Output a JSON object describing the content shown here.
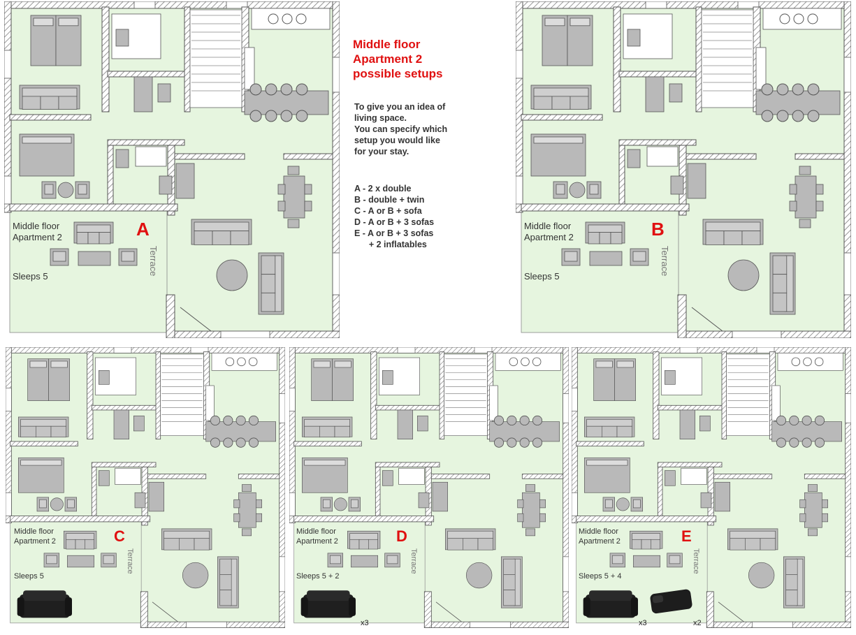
{
  "heading": {
    "title": "Middle floor\nApartment 2\npossible setups",
    "intro": "To give you an idea of\nliving space.\nYou can specify which\nsetup you would like\nfor your stay.",
    "options": [
      "A - 2 x double",
      "B - double + twin",
      "C - A or B + sofa",
      "D - A or B + 3 sofas",
      "E - A or B + 3 sofas",
      "      + 2 inflatables"
    ]
  },
  "plans": [
    {
      "id": "A",
      "letter": "A",
      "floor_line1": "Middle floor",
      "floor_line2": "Apartment 2",
      "sleeps": "Sleeps 5",
      "terrace": "Terrace",
      "extra": "none",
      "sofa_mult": "",
      "bed_mult": ""
    },
    {
      "id": "B",
      "letter": "B",
      "floor_line1": "Middle floor",
      "floor_line2": "Apartment 2",
      "sleeps": "Sleeps 5",
      "terrace": "Terrace",
      "extra": "none",
      "sofa_mult": "",
      "bed_mult": ""
    },
    {
      "id": "C",
      "letter": "C",
      "floor_line1": "Middle floor",
      "floor_line2": "Apartment 2",
      "sleeps": "Sleeps 5",
      "terrace": "Terrace",
      "extra": "sofa",
      "sofa_mult": "",
      "bed_mult": ""
    },
    {
      "id": "D",
      "letter": "D",
      "floor_line1": "Middle floor",
      "floor_line2": "Apartment 2",
      "sleeps": "Sleeps 5 + 2",
      "terrace": "Terrace",
      "extra": "sofa",
      "sofa_mult": "x3",
      "bed_mult": ""
    },
    {
      "id": "E",
      "letter": "E",
      "floor_line1": "Middle floor",
      "floor_line2": "Apartment 2",
      "sleeps": "Sleeps 5 + 4",
      "terrace": "Terrace",
      "extra": "sofa+bed",
      "sofa_mult": "x3",
      "bed_mult": "x2"
    }
  ],
  "colors": {
    "floor": "#e6f5df",
    "wall": "#8a8a8a",
    "furniture": "#b9b9b9",
    "accent": "#e01010"
  }
}
